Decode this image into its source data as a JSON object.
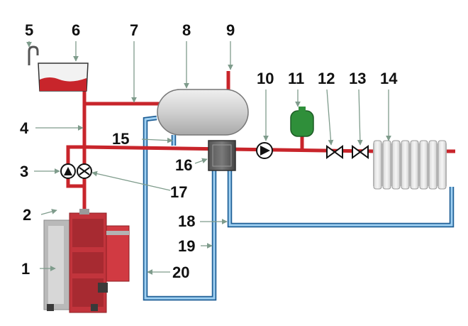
{
  "labels": {
    "l1": "1",
    "l2": "2",
    "l3": "3",
    "l4": "4",
    "l5": "5",
    "l6": "6",
    "l7": "7",
    "l8": "8",
    "l9": "9",
    "l10": "10",
    "l11": "11",
    "l12": "12",
    "l13": "13",
    "l14": "14",
    "l15": "15",
    "l16": "16",
    "l17": "17",
    "l18": "18",
    "l19": "19",
    "l20": "20"
  },
  "colors": {
    "supply_pipe": "#c8252b",
    "return_pipe": "#1f5f96",
    "boiler_body": "#c2343c",
    "tank": "#cccccc",
    "expansion_vessel": "#2f8f3a",
    "radiator": "#e4e4e4",
    "leader_line": "#7f9c8c"
  },
  "icons": {
    "boiler": "boiler-icon",
    "pump": "pump-icon",
    "valve": "valve-icon",
    "radiator": "radiator-icon",
    "tank": "tank-icon",
    "expansion_vessel": "expansion-vessel-icon"
  }
}
